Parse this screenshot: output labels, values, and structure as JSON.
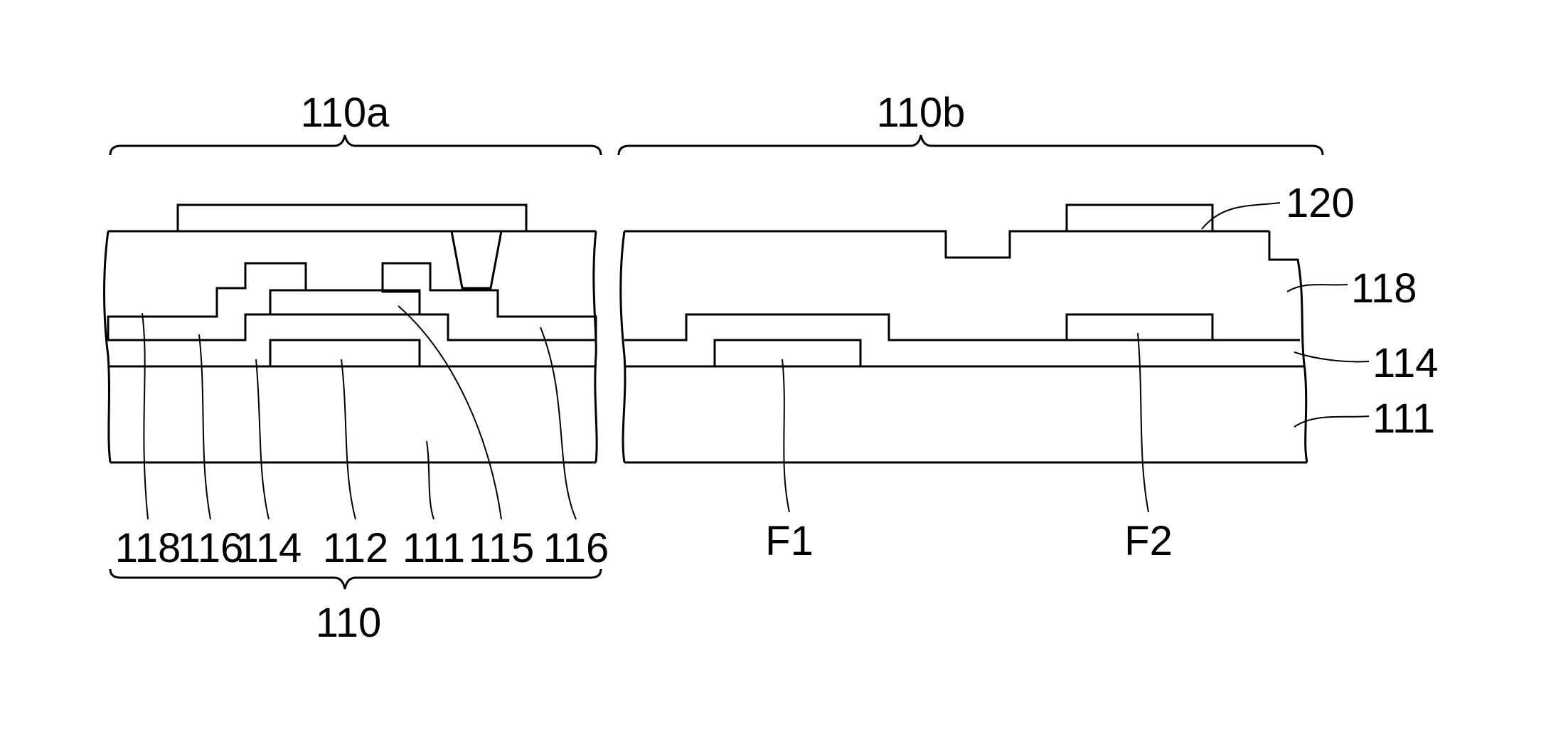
{
  "labels": {
    "region_a": "110a",
    "region_b": "110b",
    "device": "110",
    "a_layer_118": "118",
    "a_layer_116_left": "116",
    "a_layer_114": "114",
    "a_layer_112": "112",
    "a_layer_111": "111",
    "a_layer_115": "115",
    "a_layer_116_right": "116",
    "b_f1": "F1",
    "b_f2": "F2",
    "b_120": "120",
    "b_118": "118",
    "b_114": "114",
    "b_111": "111"
  }
}
